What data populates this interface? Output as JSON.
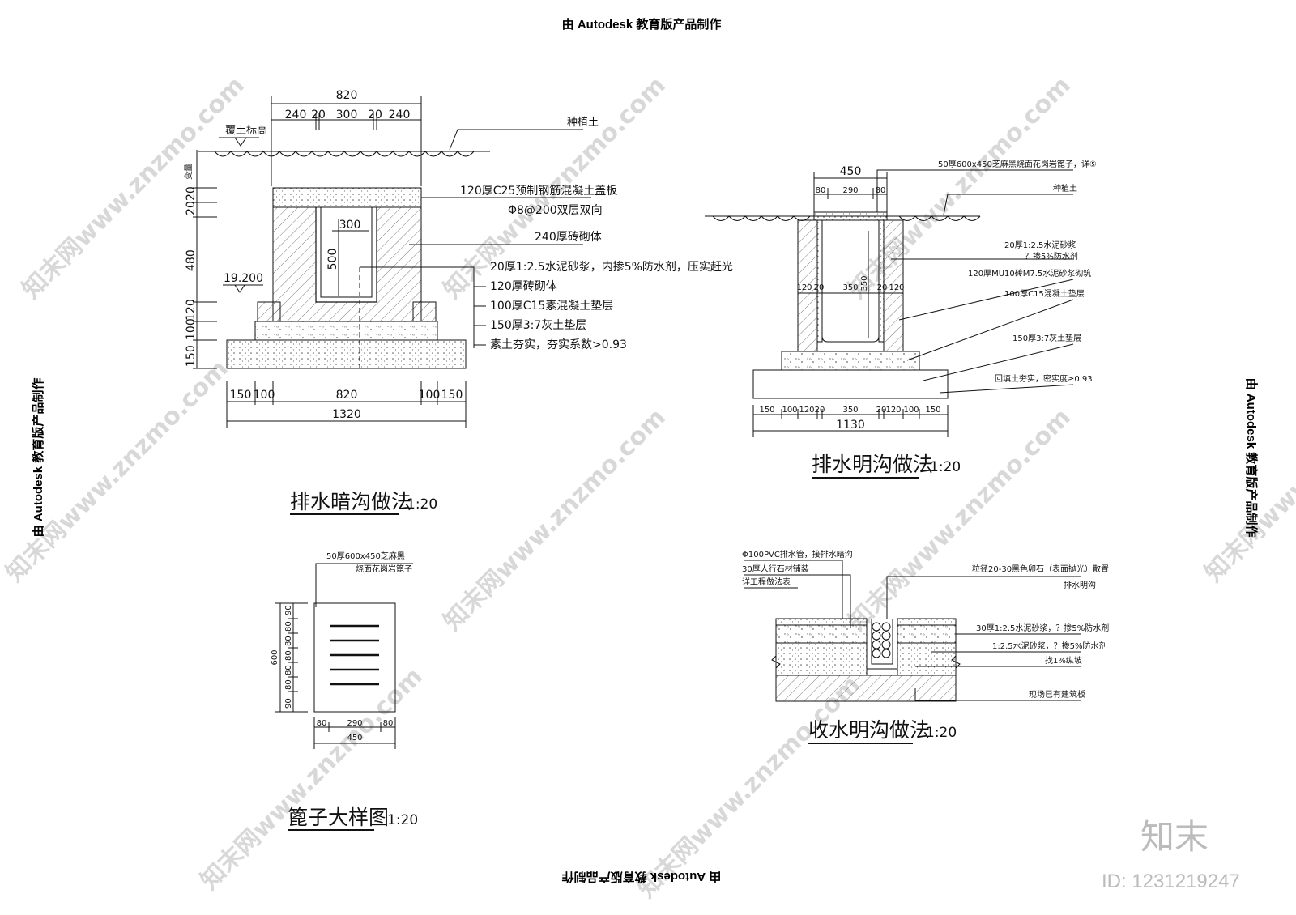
{
  "stamps": {
    "top": "由 Autodesk 教育版产品制作",
    "bottom": "由 Autodesk 教育版产品制作",
    "left": "由 Autodesk 教育版产品制作",
    "right": "由 Autodesk 教育版产品制作"
  },
  "watermark": {
    "text": "知末网www.znzmo.com",
    "logo": "知末",
    "id": "ID: 1231219247"
  },
  "covered_drain": {
    "title": "排水暗沟做法",
    "scale": "1:20",
    "top_total": "820",
    "top_dims": [
      "240",
      "20",
      "300",
      "20",
      "240"
    ],
    "cover_level": "覆土标高",
    "soil": "种植土",
    "left_label": "变量",
    "vert_dims": [
      "20",
      "20",
      "480",
      "120",
      "100",
      "150"
    ],
    "elevation": "19.200",
    "inner_w": "300",
    "inner_h": "500",
    "notes": [
      "120厚C25预制钢筋混凝土盖板",
      "Φ8@200双层双向",
      "240厚砖砌体",
      "20厚1:2.5水泥砂浆，内掺5%防水剂，压实赶光",
      "120厚砖砌体",
      "100厚C15素混凝土垫层",
      "150厚3:7灰土垫层",
      "素土夯实，夯实系数>0.93"
    ],
    "bottom_dims": [
      "150",
      "100",
      "820",
      "100",
      "150"
    ],
    "bottom_total": "1320"
  },
  "open_drain": {
    "title": "排水明沟做法",
    "scale": "1:20",
    "top_total": "450",
    "top_dims": [
      "80",
      "290",
      "80"
    ],
    "notes": [
      "50厚600x450芝麻黑烧面花岗岩篦子，详⑤",
      "种植土",
      "20厚1:2.5水泥砂浆",
      "？掺5%防水剂",
      "120厚MU10砖M7.5水泥砂浆砌筑",
      "100厚C15混凝土垫层",
      "150厚3:7灰土垫层",
      "回填土夯实，密实度≥0.93"
    ],
    "mid_dims": [
      "120",
      "20",
      "350",
      "20",
      "120"
    ],
    "height": "350",
    "bottom_dims": [
      "150",
      "100",
      "120",
      "20",
      "350",
      "20",
      "120",
      "100",
      "150"
    ],
    "bottom_total": "1130"
  },
  "grate": {
    "title": "篦子大样图",
    "scale": "1:20",
    "notes": [
      "50厚600x450芝麻黑",
      "烧面花岗岩篦子"
    ],
    "height_total": "600",
    "vert_dims": [
      "90",
      "80",
      "80",
      "80",
      "80",
      "80",
      "90"
    ],
    "bottom_dims": [
      "80",
      "290",
      "80"
    ],
    "bottom_total": "450"
  },
  "catch_drain": {
    "title": "收水明沟做法",
    "scale": "1:20",
    "notes_left": [
      "Φ100PVC排水管，接排水暗沟",
      "30厚人行石材铺装",
      "详工程做法表"
    ],
    "notes_right": [
      "粒径20-30黑色卵石（表面抛光）散置",
      "排水明沟",
      "30厚1:2.5水泥砂浆，？掺5%防水剂",
      "1:2.5水泥砂浆，？掺5%防水剂",
      "找1%纵坡",
      "现场已有建筑板"
    ]
  }
}
